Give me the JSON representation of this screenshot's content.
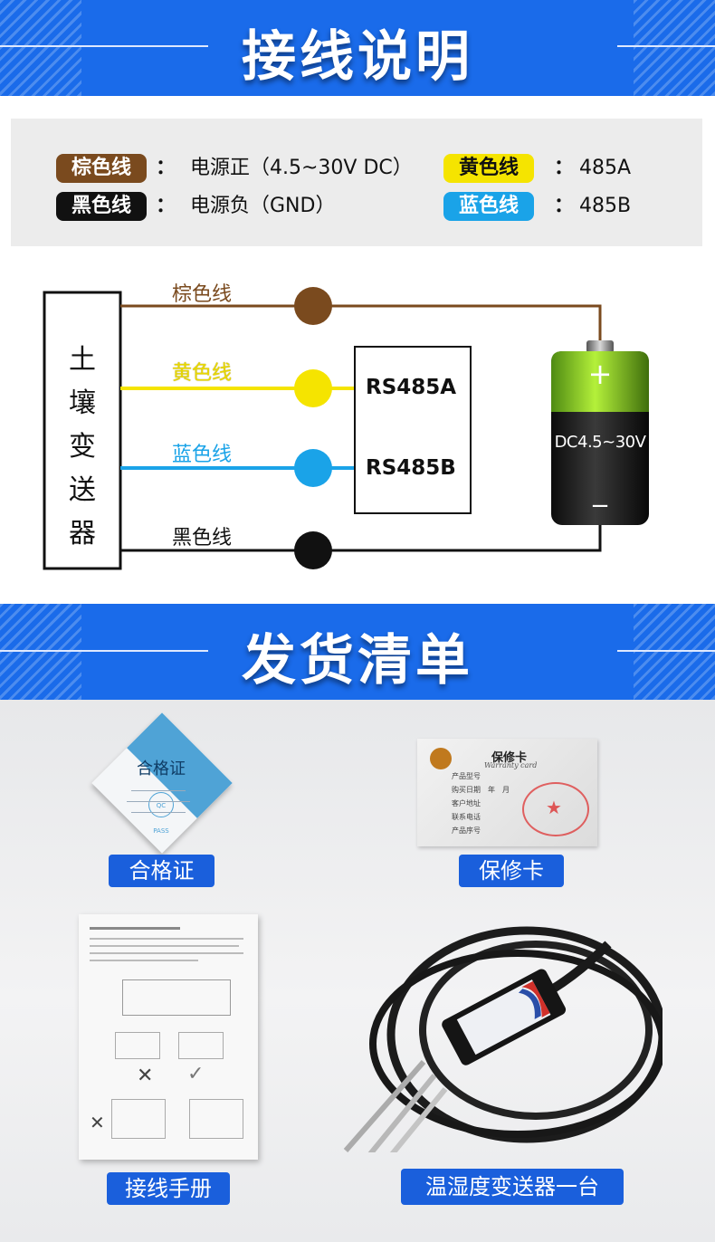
{
  "section1": {
    "title": "接线说明"
  },
  "legend": {
    "items": [
      {
        "label": "棕色线",
        "desc": "电源正（4.5~30V DC）",
        "color": "#7a4a1e",
        "text_color": "#ffffff"
      },
      {
        "label": "黑色线",
        "desc": "电源负（GND）",
        "color": "#111111",
        "text_color": "#ffffff"
      },
      {
        "label": "黄色线",
        "desc": "485A",
        "color": "#f5e400",
        "text_color": "#111111"
      },
      {
        "label": "蓝色线",
        "desc": "485B",
        "color": "#1aa3e8",
        "text_color": "#ffffff"
      }
    ],
    "colon": "："
  },
  "diagram": {
    "sensor_label": [
      "土",
      "壤",
      "变",
      "送",
      "器"
    ],
    "wires": [
      {
        "label": "棕色线",
        "color": "#7a4a1e"
      },
      {
        "label": "黄色线",
        "color": "#f5e400"
      },
      {
        "label": "蓝色线",
        "color": "#1aa3e8"
      },
      {
        "label": "黑色线",
        "color": "#111111"
      }
    ],
    "rs485a": "RS485A",
    "rs485b": "RS485B",
    "battery_voltage": "DC4.5~30V",
    "battery_plus": "+",
    "battery_minus": "−"
  },
  "section2": {
    "title": "发货清单"
  },
  "package": {
    "cert_title": "合格证",
    "cert_label": "合格证",
    "cert_stamp": "QC PASS",
    "warranty_label": "保修卡",
    "warranty_title": "保修卡",
    "warranty_subtitle": "Warranty card",
    "warranty_fields": [
      "产品型号",
      "购买日期　年　月",
      "客户地址",
      "联系电话",
      "产品序号"
    ],
    "manual_label": "接线手册",
    "sensor_label": "温湿度变送器一台"
  }
}
